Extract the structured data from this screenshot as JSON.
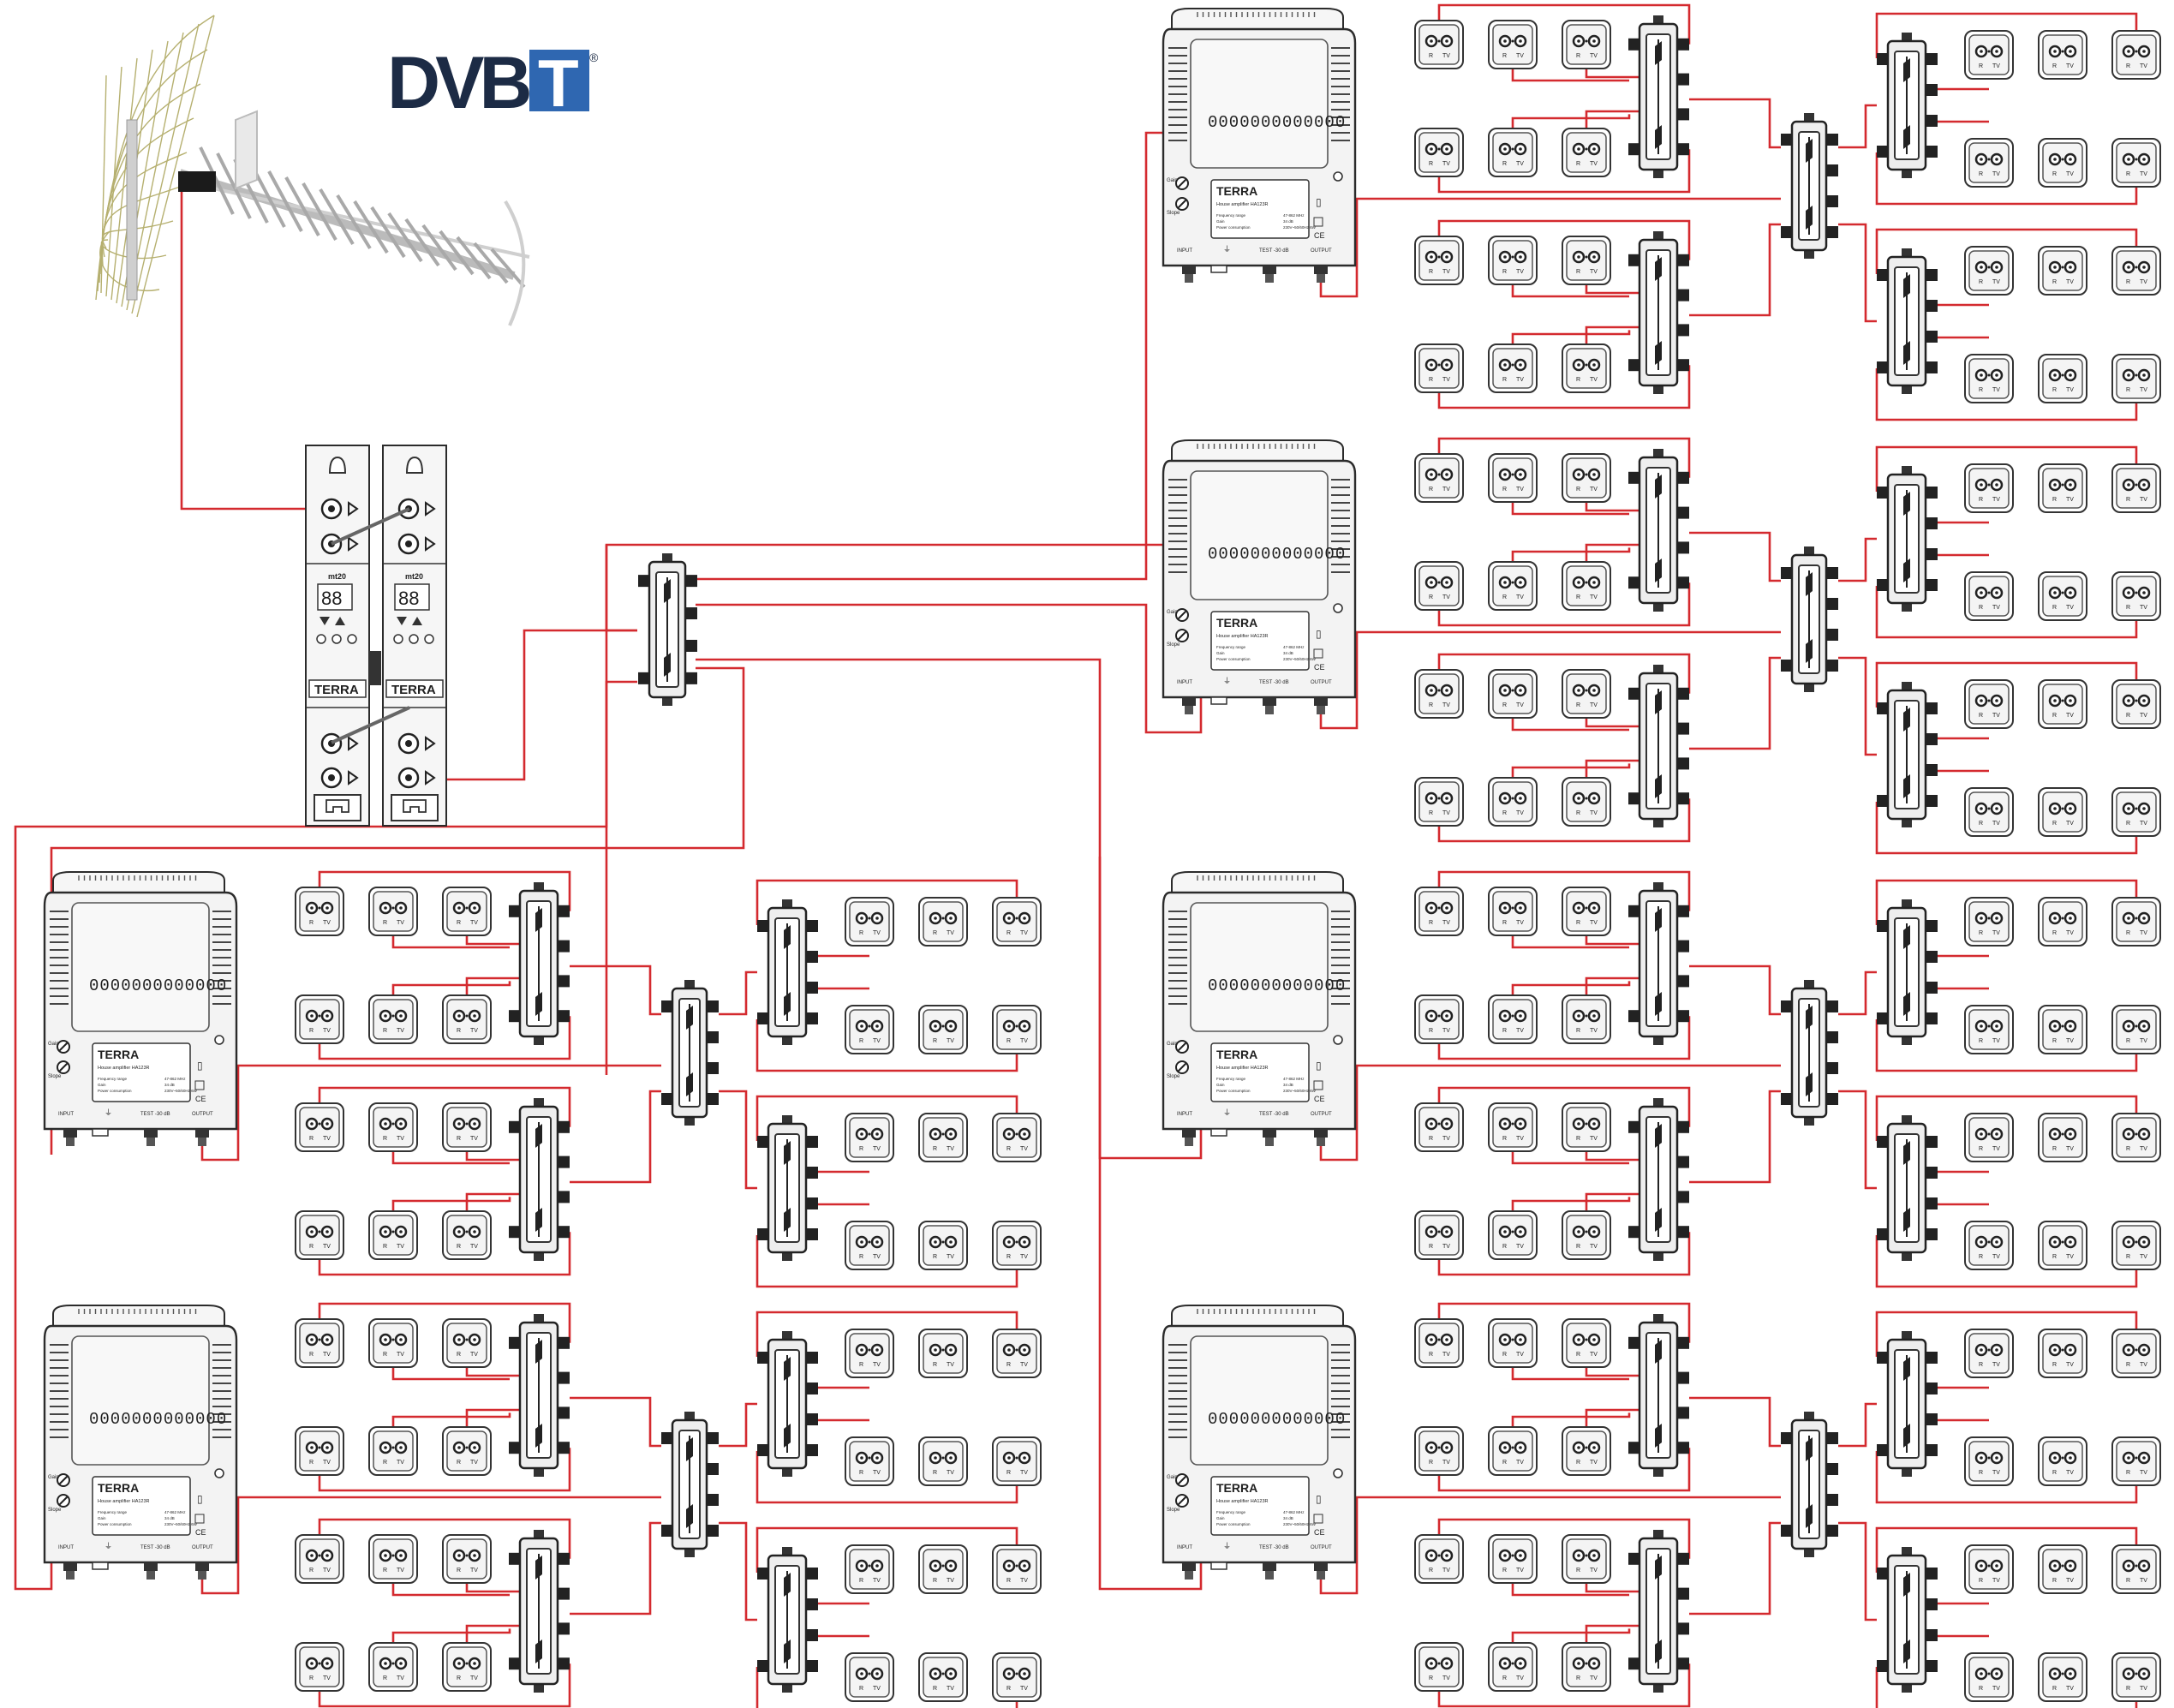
{
  "logo": {
    "name": "DVB-T",
    "text": "DVB",
    "highlight": "T",
    "mark": "®",
    "color_dark": "#1c2b45",
    "color_blue": "#2f67b1"
  },
  "colors": {
    "cable": "#d42a2f",
    "device_outline": "#2b2b2b",
    "device_fill": "#f3f3f3"
  },
  "headend_module": {
    "model_label": "mt20",
    "brand": "TERRA",
    "count": 2
  },
  "amplifier": {
    "brand": "TERRA",
    "model_line": "House amplifier HA123R",
    "spec_lines": [
      "Frequency range",
      "Gain",
      "Power consumption"
    ],
    "spec_values": [
      "47-862 MHz",
      "34 dB",
      "230V~50/60Hz 6W"
    ],
    "knob_labels": [
      "Gain",
      "Slope"
    ],
    "port_labels": [
      "INPUT",
      "TEST -30 dB",
      "OUTPUT"
    ],
    "grille_digits": "0000000000000",
    "count": 6
  },
  "outlet": {
    "labels": [
      "R",
      "TV"
    ],
    "icon": "tv-radio-outlet-icon"
  },
  "splitter": {
    "icon": "four-way-splitter-icon"
  }
}
